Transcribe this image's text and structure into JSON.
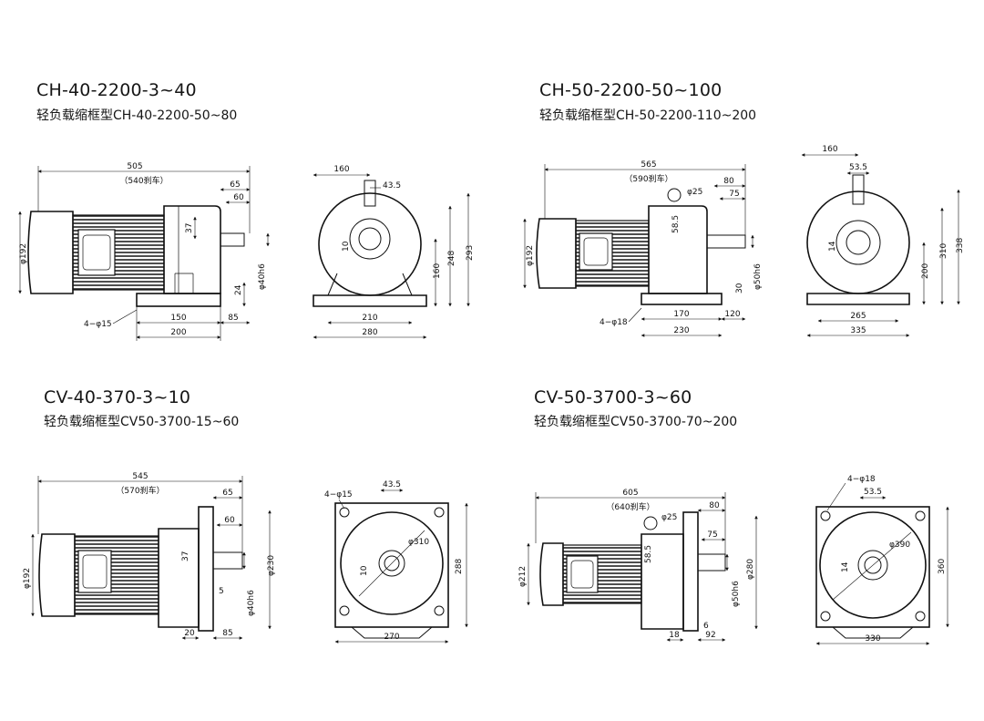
{
  "sections": {
    "ch40": {
      "title": "CH-40-2200-3~40",
      "subtitle": "轻负载缩框型CH-40-2200-50~80",
      "dims": {
        "overall": "505",
        "overall_brake": "（540刹车）",
        "d65": "65",
        "d60": "60",
        "d37": "37",
        "dia192": "φ192",
        "shaft": "φ40h6",
        "d24": "24",
        "holes": "4−φ15",
        "d150": "150",
        "d85": "85",
        "d200": "200",
        "d160w": "160",
        "d43_5": "43.5",
        "d10": "10",
        "d248": "248",
        "d293": "293",
        "d160h": "160",
        "d210": "210",
        "d280": "280"
      }
    },
    "ch50": {
      "title": "CH-50-2200-50~100",
      "subtitle": "轻负载缩框型CH-50-2200-110~200",
      "dims": {
        "overall": "565",
        "overall_brake": "（590刹车）",
        "d80": "80",
        "d75": "75",
        "phi25": "φ25",
        "d58_5": "58.5",
        "dia192": "φ192",
        "shaft": "φ50h6",
        "d30": "30",
        "holes": "4−φ18",
        "d170": "170",
        "d120": "120",
        "d230": "230",
        "d160w": "160",
        "d53_5": "53.5",
        "d14": "14",
        "d310": "310",
        "d338": "338",
        "d200": "200",
        "d265": "265",
        "d335": "335"
      }
    },
    "cv40": {
      "title": "CV-40-370-3~10",
      "subtitle": "轻负载缩框型CV50-3700-15~60",
      "dims": {
        "overall": "545",
        "overall_brake": "（570刹车）",
        "d65": "65",
        "d60": "60",
        "d37": "37",
        "dia192": "φ192",
        "d230": "φ230",
        "shaft": "φ40h6",
        "d5": "5",
        "d20": "20",
        "d85": "85",
        "holes": "4−φ15",
        "d43_5": "43.5",
        "phi310": "φ310",
        "d10": "10",
        "d288": "288",
        "d270": "270"
      }
    },
    "cv50": {
      "title": "CV-50-3700-3~60",
      "subtitle": "轻负载缩框型CV50-3700-70~200",
      "dims": {
        "overall": "605",
        "overall_brake": "（640刹车）",
        "d80": "80",
        "phi25": "φ25",
        "d75": "75",
        "d58_5": "58.5",
        "dia212": "φ212",
        "shaft": "φ50h6",
        "d280": "φ280",
        "d6": "6",
        "d18": "18",
        "d92": "92",
        "holes": "4−φ18",
        "d53_5": "53.5",
        "phi390": "φ390",
        "d14": "14",
        "d360": "360",
        "d330": "330"
      }
    }
  }
}
